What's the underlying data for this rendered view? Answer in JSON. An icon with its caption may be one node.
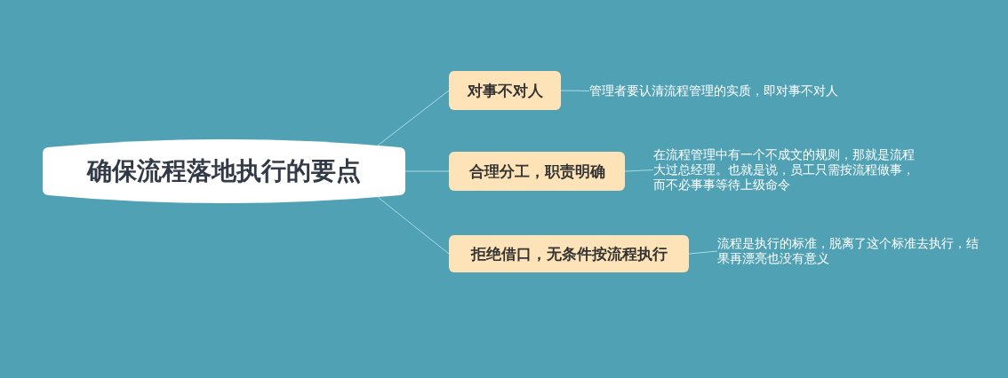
{
  "diagram": {
    "nodes": [
      {
        "text": [
          "确保流程落地执行的要点"
        ]
      },
      {
        "text": [
          "对事不对人"
        ]
      },
      {
        "text": [
          "管理者要认清流程管理的实质，即对事不对人"
        ]
      },
      {
        "text": [
          "合理分工，职责明确"
        ]
      },
      {
        "text": [
          "在流程管理中有一个不成文的规则，那就是流程大过总经理。也就是说，员工只需按流程做事，而不必事事等待上级命令"
        ]
      },
      {
        "text": [
          "拒绝借口，无条件按流程执行"
        ]
      },
      {
        "text": [
          "流程是执行的标准，脱离了这个标准去执行，结果再漂亮也没有意义"
        ]
      }
    ],
    "edges": [
      {
        "from": 0,
        "to": 1,
        "arrow": "none"
      },
      {
        "from": 1,
        "to": 2,
        "arrow": "none"
      },
      {
        "from": 0,
        "to": 3,
        "arrow": "none"
      },
      {
        "from": 3,
        "to": 4,
        "arrow": "none"
      },
      {
        "from": 0,
        "to": 5,
        "arrow": "none"
      },
      {
        "from": 5,
        "to": 6,
        "arrow": "none"
      }
    ]
  }
}
